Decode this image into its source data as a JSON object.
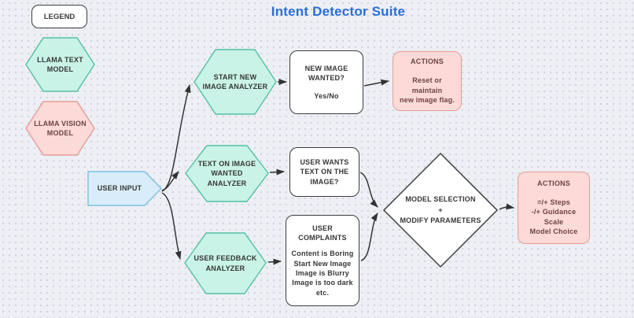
{
  "title": "Intent Detector Suite",
  "colors": {
    "title_accent": "#2b6fd6",
    "hex_teal_fill": "#c9f3e6",
    "hex_teal_border": "#55c0a5",
    "pink_fill": "#fbdad7",
    "pink_border": "#e79d98",
    "input_blue_fill": "#d8edf9",
    "input_blue_border": "#7fc0e2",
    "background": "#edeff4"
  },
  "legend": {
    "label": "LEGEND",
    "items": [
      {
        "label": "LLAMA TEXT MODEL",
        "kind": "teal-hexagon"
      },
      {
        "label": "LLAMA VISION MODEL",
        "kind": "pink-hexagon"
      }
    ]
  },
  "nodes": {
    "user_input": {
      "label": "USER INPUT"
    },
    "start_new_image_analyzer": {
      "label": "START NEW IMAGE ANALYZER"
    },
    "text_on_image_analyzer": {
      "label": "TEXT ON IMAGE WANTED ANALYZER"
    },
    "user_feedback_analyzer": {
      "label": "USER FEEDBACK ANALYZER"
    },
    "new_image_wanted": {
      "title": "NEW IMAGE WANTED?",
      "detail": "Yes/No"
    },
    "user_wants_text": {
      "title": "USER WANTS TEXT ON THE IMAGE?"
    },
    "user_complaints": {
      "title": "USER COMPLAINTS",
      "lines": [
        "Content is Boring",
        "Start New Image",
        "Image is Blurry",
        "Image is too dark",
        "etc."
      ]
    },
    "actions_reset": {
      "title": "ACTIONS",
      "lines": [
        "Reset or maintain",
        "new image flag."
      ]
    },
    "model_selection": {
      "lines": [
        "MODEL SELECTION",
        "+",
        "MODIFY PARAMETERS"
      ]
    },
    "actions_params": {
      "title": "ACTIONS",
      "lines": [
        "=/+ Steps",
        "-/+ Guidance Scale",
        "Model Choice"
      ]
    }
  },
  "edges": [
    {
      "from": "user-input",
      "to": "start-new-image-analyzer"
    },
    {
      "from": "user-input",
      "to": "text-on-image-wanted-analyzer"
    },
    {
      "from": "user-input",
      "to": "user-feedback-analyzer"
    },
    {
      "from": "start-new-image-analyzer",
      "to": "new-image-wanted"
    },
    {
      "from": "new-image-wanted",
      "to": "actions-reset"
    },
    {
      "from": "text-on-image-wanted-analyzer",
      "to": "user-wants-text"
    },
    {
      "from": "user-feedback-analyzer",
      "to": "user-complaints"
    },
    {
      "from": "user-wants-text",
      "to": "model-selection"
    },
    {
      "from": "user-complaints",
      "to": "model-selection"
    },
    {
      "from": "model-selection",
      "to": "actions-params"
    }
  ]
}
